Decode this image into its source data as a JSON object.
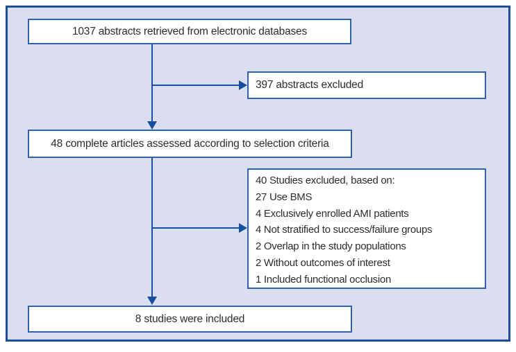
{
  "palette": {
    "frame_border": "#1d4d9b",
    "panel_background": "#dadeee",
    "box_border": "#2e63ab",
    "box_background": "#ffffff",
    "arrow": "#14509f",
    "text": "#2d2d2d"
  },
  "flow": {
    "retrieved_box": {
      "text": "1037 abstracts retrieved from electronic databases"
    },
    "abstracts_excluded_box": {
      "text": "397 abstracts excluded"
    },
    "assessed_box": {
      "text": "48 complete articles assessed according to selection criteria"
    },
    "studies_excluded_box": {
      "lines": [
        "40 Studies excluded, based on:",
        "27 Use BMS",
        "4 Exclusively enrolled AMI patients",
        "4 Not stratified to success/failure groups",
        "2 Overlap in the study populations",
        "2 Without outcomes of interest",
        "1 Included functional occlusion"
      ]
    },
    "included_box": {
      "text": "8 studies were included"
    }
  }
}
